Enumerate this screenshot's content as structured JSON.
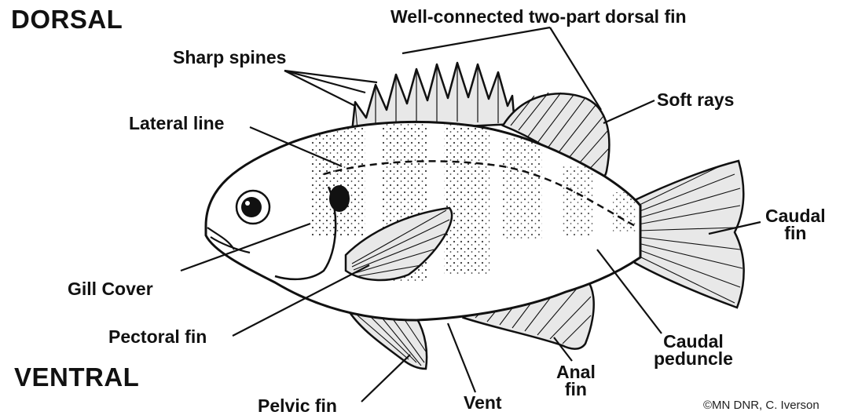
{
  "orientation": {
    "top": "DORSAL",
    "bottom": "VENTRAL"
  },
  "labels": {
    "dorsal_fin": "Well-connected two-part dorsal fin",
    "sharp_spines": "Sharp spines",
    "soft_rays": "Soft rays",
    "lateral_line": "Lateral line",
    "caudal_fin_1": "Caudal",
    "caudal_fin_2": "fin",
    "gill_cover": "Gill Cover",
    "pectoral_fin": "Pectoral fin",
    "caudal_peduncle_1": "Caudal",
    "caudal_peduncle_2": "peduncle",
    "anal_fin_1": "Anal",
    "anal_fin_2": "fin",
    "pelvic_fin": "Pelvic fin",
    "vent": "Vent"
  },
  "credit": "©MN DNR, C. Iverson",
  "colors": {
    "ink": "#111111",
    "fin_fill": "#e8e8e8",
    "background": "#ffffff"
  }
}
